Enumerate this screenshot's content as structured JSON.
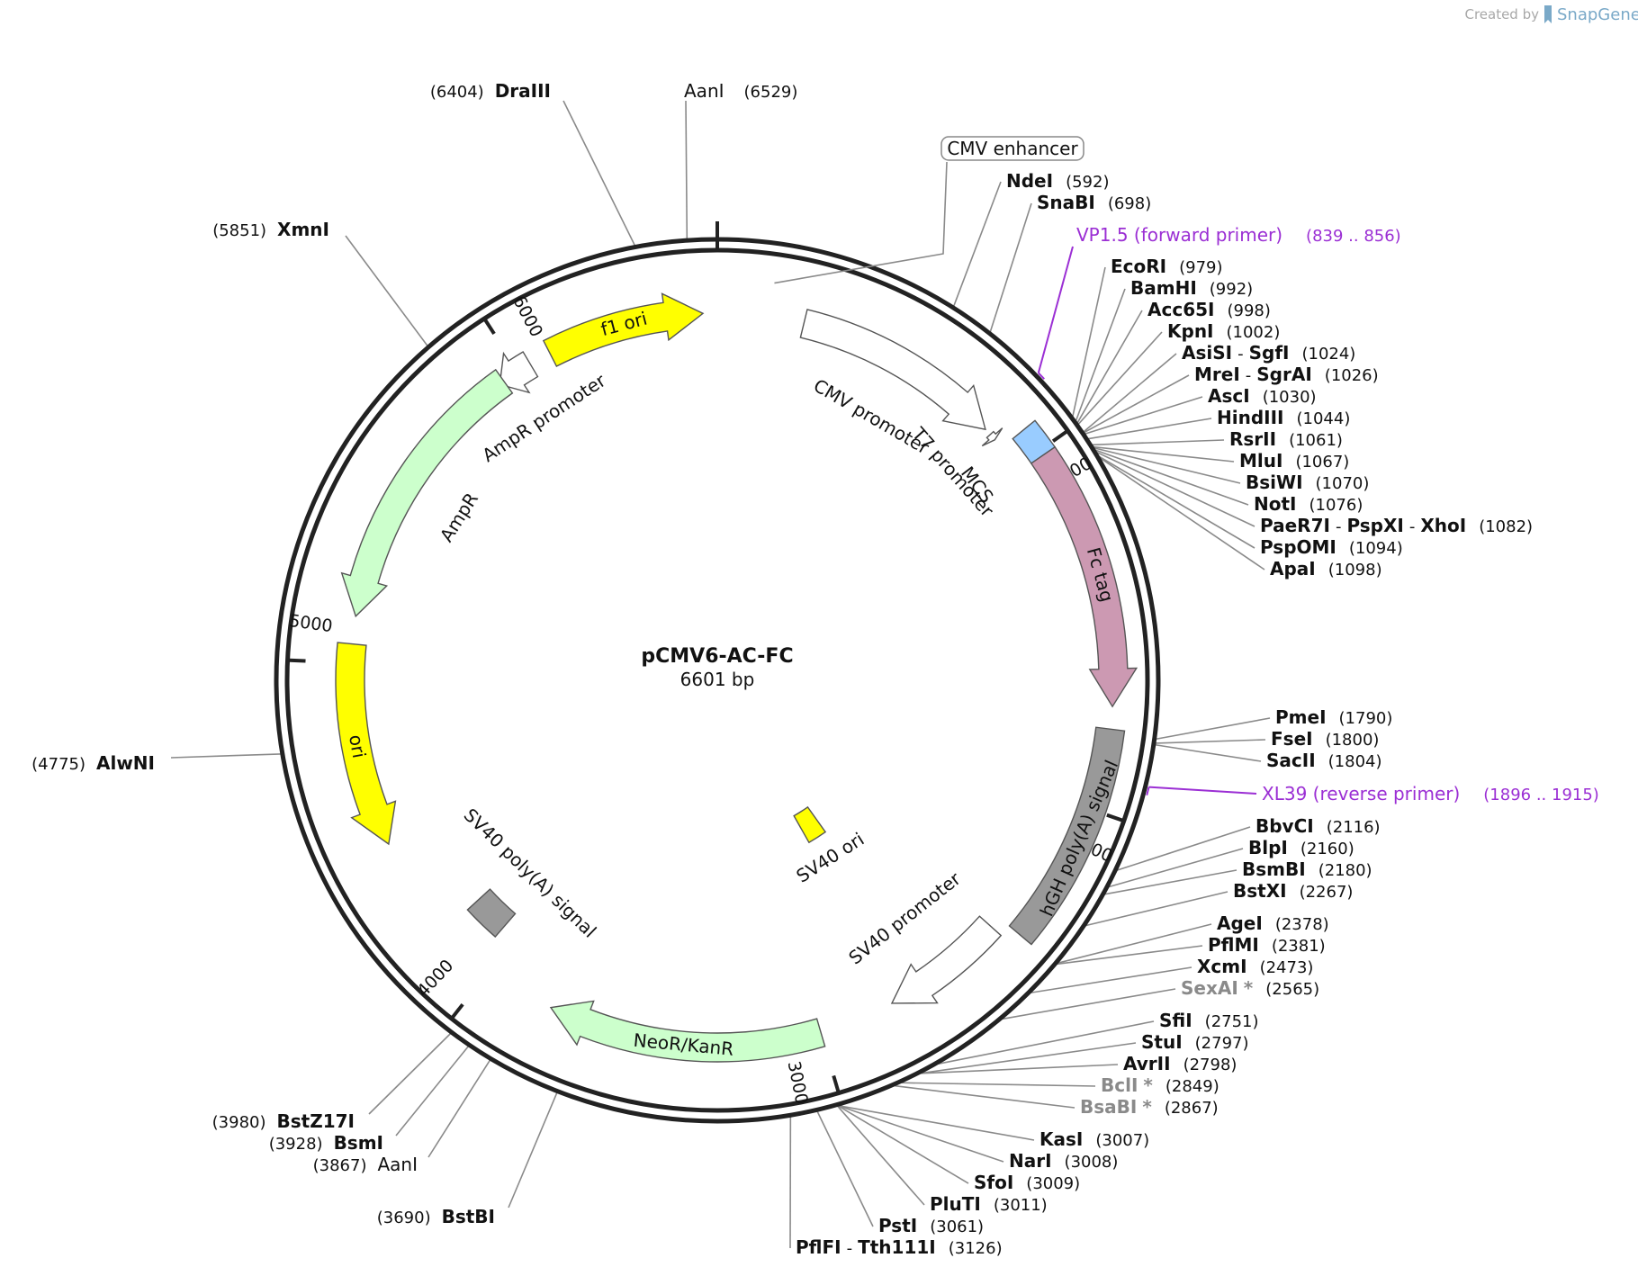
{
  "plasmid": {
    "name": "pCMV6-AC-FC",
    "length_label": "6601 bp",
    "length": 6601
  },
  "credit": {
    "prefix": "Created by",
    "brand": "SnapGene"
  },
  "ticks": [
    {
      "pos": 1000,
      "label": "1000"
    },
    {
      "pos": 2000,
      "label": "2000"
    },
    {
      "pos": 3000,
      "label": "3000"
    },
    {
      "pos": 4000,
      "label": "4000"
    },
    {
      "pos": 5000,
      "label": "5000"
    },
    {
      "pos": 6000,
      "label": "6000"
    }
  ],
  "features": [
    {
      "label": "f1 ori",
      "start": 6104,
      "end": 6560,
      "dir": 1,
      "color": "#ffff00",
      "text": "#111"
    },
    {
      "label": "AmpR promoter",
      "start": 5935,
      "end": 6040,
      "dir": -1,
      "color": "#ffffff"
    },
    {
      "label": "AmpR",
      "start": 5135,
      "end": 5950,
      "dir": -1,
      "color": "#ccffcc"
    },
    {
      "label": "ori",
      "start": 4465,
      "end": 5055,
      "dir": -1,
      "color": "#ffff00"
    },
    {
      "label": "CMV promoter",
      "start": 250,
      "end": 860,
      "dir": 1,
      "color": "#ffffff"
    },
    {
      "label": "T7 promoter",
      "start": 880,
      "end": 900,
      "dir": 1,
      "color": "#ffffff"
    },
    {
      "label": "MCS",
      "start": 930,
      "end": 1015,
      "dir": 0,
      "color": "#99ccff"
    },
    {
      "label": "Fc tag",
      "start": 1015,
      "end": 1720,
      "dir": 1,
      "color": "#cc99b2"
    },
    {
      "label": "hGH poly(A) signal",
      "start": 1780,
      "end": 2385,
      "dir": 0,
      "color": "#999999"
    },
    {
      "label": "SV40 promoter",
      "start": 2420,
      "end": 2780,
      "dir": 1,
      "color": "#ffffff"
    },
    {
      "label": "SV40 ori",
      "start": 2650,
      "end": 2760,
      "dir": 0,
      "color": "#ffff00"
    },
    {
      "label": "NeoR/KanR",
      "start": 3000,
      "end": 3795,
      "dir": 1,
      "color": "#ccffcc"
    },
    {
      "label": "SV40 poly(A) signal",
      "start": 4050,
      "end": 4170,
      "dir": 0,
      "color": "#999999"
    }
  ],
  "feature_boxes": [
    {
      "label": "CMV enhancer"
    }
  ],
  "primers": [
    {
      "name": "VP1.5 (forward primer)",
      "range": "(839 .. 856)",
      "pos": 848
    },
    {
      "name": "XL39 (reverse primer)",
      "range": "(1896 .. 1915)",
      "pos": 1905
    }
  ],
  "sites_right": [
    {
      "parts": [
        "NdeI"
      ],
      "pos_label": "(592)",
      "pos": 592
    },
    {
      "parts": [
        "SnaBI"
      ],
      "pos_label": "(698)",
      "pos": 698
    },
    {
      "parts": [
        "EcoRI"
      ],
      "pos_label": "(979)",
      "pos": 979
    },
    {
      "parts": [
        "BamHI"
      ],
      "pos_label": "(992)",
      "pos": 992
    },
    {
      "parts": [
        "Acc65I"
      ],
      "pos_label": "(998)",
      "pos": 998
    },
    {
      "parts": [
        "KpnI"
      ],
      "pos_label": "(1002)",
      "pos": 1002
    },
    {
      "parts": [
        "AsiSI",
        "SgfI"
      ],
      "pos_label": "(1024)",
      "pos": 1024
    },
    {
      "parts": [
        "MreI",
        "SgrAI"
      ],
      "pos_label": "(1026)",
      "pos": 1026
    },
    {
      "parts": [
        "AscI"
      ],
      "pos_label": "(1030)",
      "pos": 1030
    },
    {
      "parts": [
        "HindIII"
      ],
      "pos_label": "(1044)",
      "pos": 1044
    },
    {
      "parts": [
        "RsrII"
      ],
      "pos_label": "(1061)",
      "pos": 1061
    },
    {
      "parts": [
        "MluI"
      ],
      "pos_label": "(1067)",
      "pos": 1067
    },
    {
      "parts": [
        "BsiWI"
      ],
      "pos_label": "(1070)",
      "pos": 1070
    },
    {
      "parts": [
        "NotI"
      ],
      "pos_label": "(1076)",
      "pos": 1076
    },
    {
      "parts": [
        "PaeR7I",
        "PspXI",
        "XhoI"
      ],
      "pos_label": "(1082)",
      "pos": 1082
    },
    {
      "parts": [
        "PspOMI"
      ],
      "pos_label": "(1094)",
      "pos": 1094
    },
    {
      "parts": [
        "ApaI"
      ],
      "pos_label": "(1098)",
      "pos": 1098
    },
    {
      "parts": [
        "PmeI"
      ],
      "pos_label": "(1790)",
      "pos": 1790
    },
    {
      "parts": [
        "FseI"
      ],
      "pos_label": "(1800)",
      "pos": 1800
    },
    {
      "parts": [
        "SacII"
      ],
      "pos_label": "(1804)",
      "pos": 1804
    },
    {
      "parts": [
        "BbvCI"
      ],
      "pos_label": "(2116)",
      "pos": 2116
    },
    {
      "parts": [
        "BlpI"
      ],
      "pos_label": "(2160)",
      "pos": 2160
    },
    {
      "parts": [
        "BsmBI"
      ],
      "pos_label": "(2180)",
      "pos": 2180
    },
    {
      "parts": [
        "BstXI"
      ],
      "pos_label": "(2267)",
      "pos": 2267
    },
    {
      "parts": [
        "AgeI"
      ],
      "pos_label": "(2378)",
      "pos": 2378
    },
    {
      "parts": [
        "PflMI"
      ],
      "pos_label": "(2381)",
      "pos": 2381
    },
    {
      "parts": [
        "XcmI"
      ],
      "pos_label": "(2473)",
      "pos": 2473
    },
    {
      "parts": [
        "SexAI"
      ],
      "star": "*",
      "dim": true,
      "pos_label": "(2565)",
      "pos": 2565
    },
    {
      "parts": [
        "SfiI"
      ],
      "pos_label": "(2751)",
      "pos": 2751
    },
    {
      "parts": [
        "StuI"
      ],
      "pos_label": "(2797)",
      "pos": 2797
    },
    {
      "parts": [
        "AvrII"
      ],
      "pos_label": "(2798)",
      "pos": 2798
    },
    {
      "parts": [
        "BclI"
      ],
      "star": "*",
      "dim": true,
      "pos_label": "(2849)",
      "pos": 2849
    },
    {
      "parts": [
        "BsaBI"
      ],
      "star": "*",
      "dim": true,
      "pos_label": "(2867)",
      "pos": 2867
    },
    {
      "parts": [
        "KasI"
      ],
      "pos_label": "(3007)",
      "pos": 3007
    },
    {
      "parts": [
        "NarI"
      ],
      "pos_label": "(3008)",
      "pos": 3008
    },
    {
      "parts": [
        "SfoI"
      ],
      "pos_label": "(3009)",
      "pos": 3009
    },
    {
      "parts": [
        "PluTI"
      ],
      "pos_label": "(3011)",
      "pos": 3011
    },
    {
      "parts": [
        "PstI"
      ],
      "pos_label": "(3061)",
      "pos": 3061
    },
    {
      "parts": [
        "PflFI",
        "Tth111I"
      ],
      "pos_label": "(3126)",
      "pos": 3126
    }
  ],
  "sites_left": [
    {
      "parts": [
        "DraIII"
      ],
      "pos_label": "(6404)",
      "pos": 6404
    },
    {
      "parts": [
        "AanI"
      ],
      "pos_label": "(6529)",
      "pos": 6529,
      "plain": true
    },
    {
      "parts": [
        "XmnI"
      ],
      "pos_label": "(5851)",
      "pos": 5851
    },
    {
      "parts": [
        "AlwNI"
      ],
      "pos_label": "(4775)",
      "pos": 4775
    },
    {
      "parts": [
        "BstZ17I"
      ],
      "pos_label": "(3980)",
      "pos": 3980
    },
    {
      "parts": [
        "BsmI"
      ],
      "pos_label": "(3928)",
      "pos": 3928
    },
    {
      "parts": [
        "AanI"
      ],
      "pos_label": "(3867)",
      "pos": 3867,
      "plain": true
    },
    {
      "parts": [
        "BstBI"
      ],
      "pos_label": "(3690)",
      "pos": 3690
    }
  ]
}
